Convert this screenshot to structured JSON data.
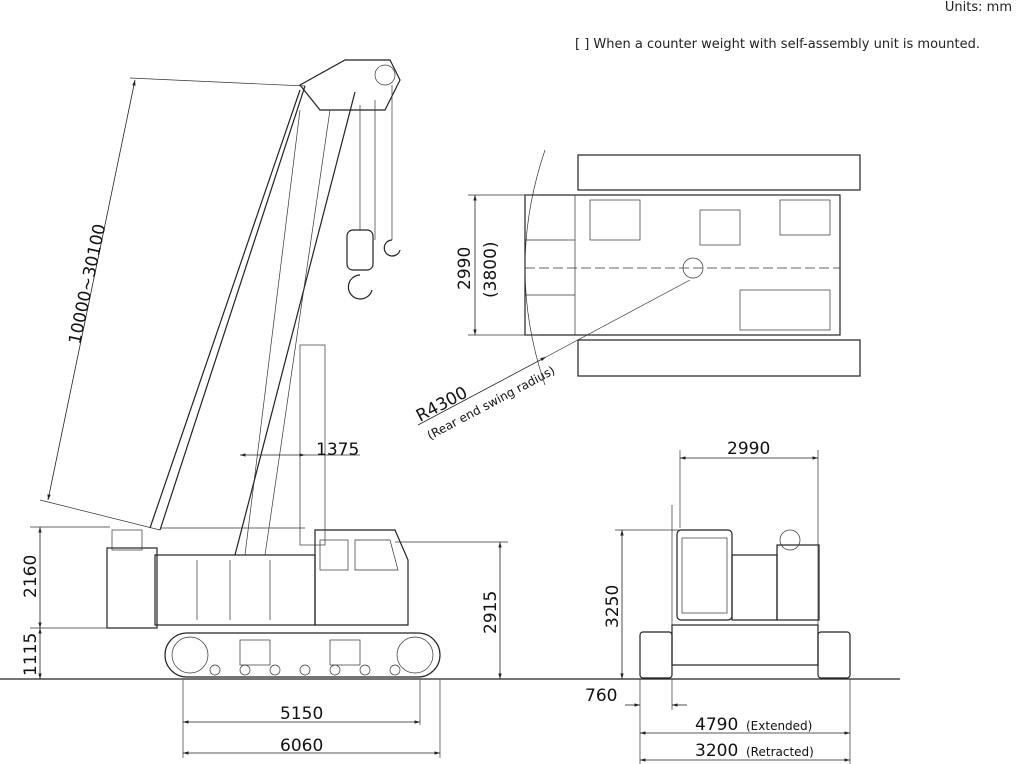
{
  "header": {
    "units": "Units: mm",
    "note": "[    ] When a counter weight with self-assembly unit is mounted."
  },
  "side_view": {
    "boom_length": "10000~30100",
    "counterweight_height": "2160",
    "ground_clearance": "1115",
    "boom_foot_offset": "1375",
    "cab_height": "2915",
    "track_length": "5150",
    "overall_length": "6060"
  },
  "top_view": {
    "width": "2990",
    "width_bracket": "(3800)",
    "swing_radius": "R4300",
    "swing_radius_label": "(Rear end swing radius)"
  },
  "front_view": {
    "body_width": "2990",
    "height": "3250",
    "shoe_width": "760",
    "track_extended": "4790",
    "track_extended_label": "(Extended)",
    "track_retracted": "3200",
    "track_retracted_label": "(Retracted)"
  }
}
